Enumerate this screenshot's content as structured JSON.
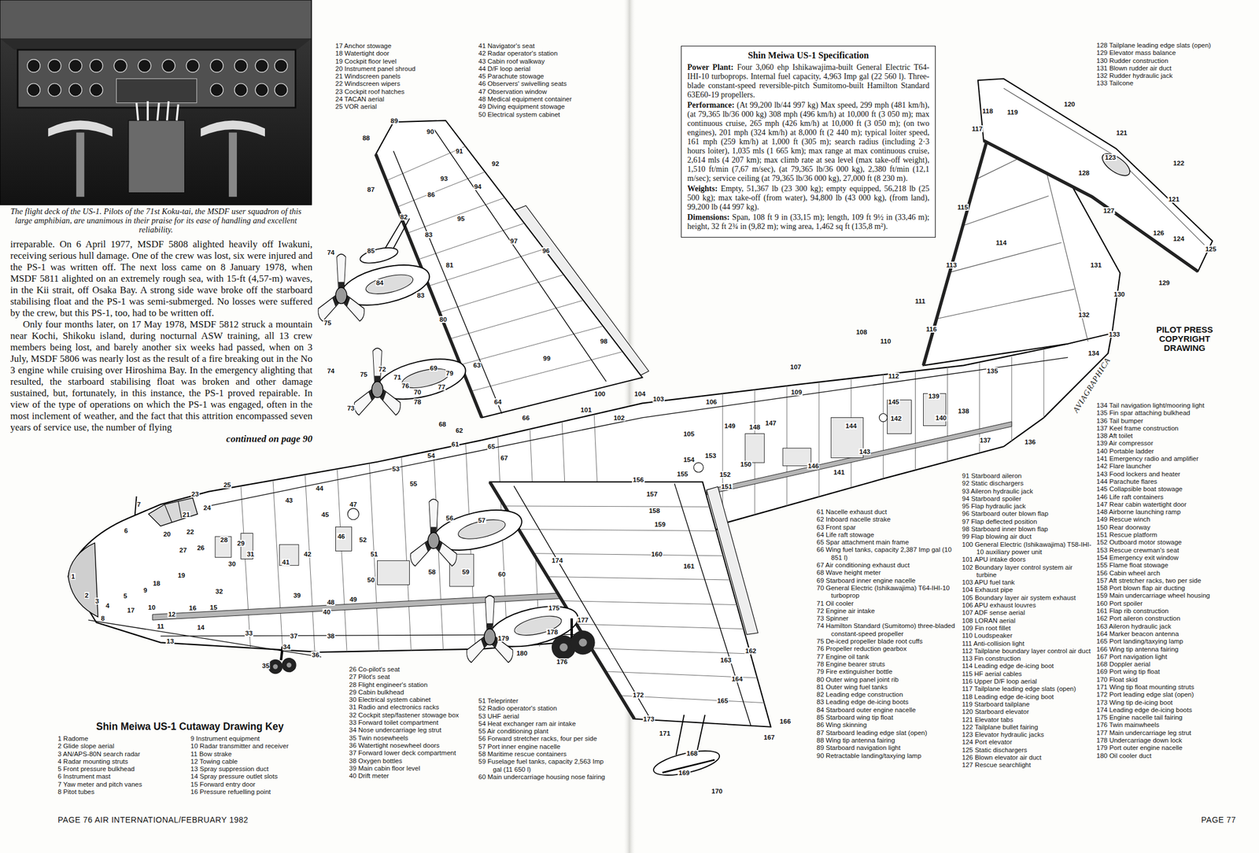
{
  "diagram": {
    "title": "Shin Meiwa US-1 Cutaway Drawing Key",
    "caption": "The flight deck of the US-1. Pilots of the 71st Koku-tai, the MSDF user squadron of this large amphibian, are unanimous in their praise for its ease of handling and excellent reliability.",
    "nodes": [
      {
        "text": [
          "Shin Meiwa US-1 Specification",
          "Power Plant: Four 3,060 ehp Ishikawajima-built General Electric T64-IHI-10 turboprops. Internal fuel capacity, 4,963 Imp gal (22 560 l). Three-blade constant-speed reversible-pitch Sumitomo-built Hamilton Standard 63E60-19 propellers.",
          "Performance: (At 99,200 lb/44 997 kg) Max speed, 299 mph (481 km/h), (at 79,365 lb/36 000 kg) 308 mph (496 km/h) at 10,000 ft (3 050 m); max continuous cruise, 265 mph (426 km/h) at 10,000 ft (3 050 m); (on two engines), 201 mph (324 km/h) at 8,000 ft (2 440 m); typical loiter speed, 161 mph (259 km/h) at 1,000 ft (305 m); search radius (including 2·3 hours loiter), 1,035 mls (1 665 km); max range at max continuous cruise, 2,614 mls (4 207 km); max climb rate at sea level (max take-off weight), 1,510 ft/min (7,67 m/sec), (at 79,365 lb/36 000 kg), 2,380 ft/min (12,1 m/sec); service ceiling (at 79,365 lb/36 000 kg), 27,000 ft (8 230 m).",
          "Weights: Empty, 51,367 lb (23 300 kg); empty equipped, 56,218 lb (25 500 kg); max take-off (from water), 94,800 lb (43 000 kg), (from land), 99,200 lb (44 997 kg).",
          "Dimensions: Span, 108 ft 9 in (33,15 m); length, 109 ft 9½ in (33,46 m); height, 32 ft 2¾ in (9,82 m); wing area, 1,462 sq ft (135,8 m²)."
        ]
      }
    ],
    "labels": [
      "irreparable. On 6 April 1977, MSDF 5808 alighted heavily off Iwakuni, receiving serious hull damage. One of the crew was lost, six were injured and the PS-1 was written off. The next loss came on 8 January 1978, when MSDF 5811 alighted on an extremely rough sea, with 15-ft (4,57-m) waves, in the Kii strait, off Osaka Bay. A strong side wave broke off the starboard stabilising float and the PS-1 was semi-submerged. No losses were suffered by the crew, but this PS-1, too, had to be written off.",
      "Only four months later, on 17 May 1978, MSDF 5812 struck a mountain near Kochi, Shikoku island, during nocturnal ASW training, all 13 crew members being lost, and barely another six weeks had passed, when on 3 July, MSDF 5806 was nearly lost as the result of a fire breaking out in the No 3 engine while cruising over Hiroshima Bay. In the emergency alighting that resulted, the starboard stabilising float was broken and other damage sustained, but, fortunately, in this instance, the PS-1 proved repairable. In view of the type of operations on which the PS-1 was engaged, often in the most inclement of weather, and the fact that this attrition encompassed seven years of service use, the number of flying",
      "continued on page 90",
      "PILOT PRESS COPYRIGHT DRAWING",
      "AVIAGRAPHICA",
      "PAGE 76 AIR INTERNATIONAL/FEBRUARY 1982",
      "PAGE 77",
      "1 Radome",
      "2 Glide slope aerial",
      "3 AN/APS-80N search radar",
      "4 Radar mounting struts",
      "5 Front pressure bulkhead",
      "6 Instrument mast",
      "7 Yaw meter and pitch vanes",
      "8 Pitot tubes",
      "9 Instrument equipment",
      "10 Radar transmitter and receiver",
      "11 Bow strake",
      "12 Towing cable",
      "13 Spray suppression duct",
      "14 Spray pressure outlet slots",
      "15 Forward entry door",
      "16 Pressure refuelling point",
      "17 Anchor stowage",
      "18 Watertight door",
      "19 Cockpit floor level",
      "20 Instrument panel shroud",
      "21 Windscreen panels",
      "22 Windscreen wipers",
      "23 Cockpit roof hatches",
      "24 TACAN aerial",
      "25 VOR aerial",
      "26 Co-pilot's seat",
      "27 Pilot's seat",
      "28 Flight engineer's station",
      "29 Cabin bulkhead",
      "30 Electrical system cabinet",
      "31 Radio and electronics racks",
      "32 Cockpit step/fastener stowage box",
      "33 Forward toilet compartment",
      "34 Nose undercarriage leg strut",
      "35 Twin nosewheels",
      "36 Watertight nosewheel doors",
      "37 Forward lower deck compartment",
      "38 Oxygen bottles",
      "39 Main cabin floor level",
      "40 Drift meter",
      "41 Navigator's seat",
      "42 Radar operator's station",
      "43 Cabin roof walkway",
      "44 D/F loop aerial",
      "45 Parachute stowage",
      "46 Observers' swivelling seats",
      "47 Observation window",
      "48 Medical equipment container",
      "49 Diving equipment stowage",
      "50 Electrical system cabinet",
      "51 Teleprinter",
      "52 Radio operator's station",
      "53 UHF aerial",
      "54 Heat exchanger ram air intake",
      "55 Air conditioning plant",
      "56 Forward stretcher racks, four per side",
      "57 Port inner engine nacelle",
      "58 Maritime rescue containers",
      "59 Fuselage fuel tanks, capacity 2,563 Imp gal (11 650 l)",
      "60 Main undercarriage housing nose fairing",
      "61 Nacelle exhaust duct",
      "62 Inboard nacelle strake",
      "63 Front spar",
      "64 Life raft stowage",
      "65 Spar attachment main frame",
      "66 Wing fuel tanks, capacity 2,387 Imp gal (10 851 l)",
      "67 Air conditioning exhaust duct",
      "68 Wave height meter",
      "69 Starboard inner engine nacelle",
      "70 General Electric (Ishikawajima) T64-IHI-10 turboprop",
      "71 Oil cooler",
      "72 Engine air intake",
      "73 Spinner",
      "74 Hamilton Standard (Sumitomo) three-bladed constant-speed propeller",
      "75 De-iced propeller blade root cuffs",
      "76 Propeller reduction gearbox",
      "77 Engine oil tank",
      "78 Engine bearer struts",
      "79 Fire extinguisher bottle",
      "80 Outer wing panel joint rib",
      "81 Outer wing fuel tanks",
      "82 Leading edge construction",
      "83 Leading edge de-icing boots",
      "84 Starboard outer engine nacelle",
      "85 Starboard wing tip float",
      "86 Wing skinning",
      "87 Starboard leading edge slat (open)",
      "88 Wing tip antenna fairing",
      "89 Starboard navigation light",
      "90 Retractable landing/taxying lamp",
      "91 Starboard aileron",
      "92 Static dischargers",
      "93 Aileron hydraulic jack",
      "94 Starboard spoiler",
      "95 Flap hydraulic jack",
      "96 Starboard outer blown flap",
      "97 Flap deflected position",
      "98 Starboard inner blown flap",
      "99 Flap blowing air duct",
      "100 General Electric (Ishikawajima) T58-IHI-10 auxiliary power unit",
      "101 APU intake doors",
      "102 Boundary layer control system air turbine",
      "103 APU fuel tank",
      "104 Exhaust pipe",
      "105 Boundary layer air system exhaust",
      "106 APU exhaust louvres",
      "107 ADF sense aerial",
      "108 LORAN aerial",
      "109 Fin root fillet",
      "110 Loudspeaker",
      "111 Anti-collision light",
      "112 Tailplane boundary layer control air duct",
      "113 Fin construction",
      "114 Leading edge de-icing boot",
      "115 HF aerial cables",
      "116 Upper D/F loop aerial",
      "117 Tailplane leading edge slats (open)",
      "118 Leading edge de-icing boot",
      "119 Starboard tailplane",
      "120 Starboard elevator",
      "121 Elevator tabs",
      "122 Tailplane bullet fairing",
      "123 Elevator hydraulic jacks",
      "124 Port elevator",
      "125 Static dischargers",
      "126 Blown elevator air duct",
      "127 Rescue searchlight",
      "128 Tailplane leading edge slats (open)",
      "129 Elevator mass balance",
      "130 Rudder construction",
      "131 Blown rudder air duct",
      "132 Rudder hydraulic jack",
      "133 Tailcone",
      "134 Tail navigation light/mooring light",
      "135 Fin spar attaching bulkhead",
      "136 Tail bumper",
      "137 Keel frame construction",
      "138 Aft toilet",
      "139 Air compressor",
      "140 Portable ladder",
      "141 Emergency radio and amplifier",
      "142 Flare launcher",
      "143 Food lockers and heater",
      "144 Parachute flares",
      "145 Collapsible boat stowage",
      "146 Life raft containers",
      "147 Rear cabin watertight door",
      "148 Airborne launching ramp",
      "149 Rescue winch",
      "150 Rear doorway",
      "151 Rescue platform",
      "152 Outboard motor stowage",
      "153 Rescue crewman's seat",
      "154 Emergency exit window",
      "155 Flame float stowage",
      "156 Cabin wheel arch",
      "157 Aft stretcher racks, two per side",
      "158 Port blown flap air ducting",
      "159 Main undercarriage wheel housing",
      "160 Port spoiler",
      "161 Flap rib construction",
      "162 Port aileron construction",
      "163 Aileron hydraulic jack",
      "164 Marker beacon antenna",
      "165 Port landing/taxying lamp",
      "166 Wing tip antenna fairing",
      "167 Port navigation light",
      "168 Doppler aerial",
      "169 Port wing tip float",
      "170 Float skid",
      "171 Wing tip float mounting struts",
      "172 Port leading edge slat (open)",
      "173 Wing tip de-icing boot",
      "174 Leading edge de-icing boots",
      "175 Engine nacelle tail fairing",
      "176 Twin mainwheels",
      "177 Main undercarriage leg strut",
      "178 Undercarriage down lock",
      "179 Port outer engine nacelle",
      "180 Oil cooler duct",
      "1",
      "2",
      "3",
      "4",
      "5",
      "6",
      "7",
      "8",
      "9",
      "10",
      "11",
      "12",
      "13",
      "14",
      "15",
      "16",
      "17",
      "18",
      "19",
      "20",
      "21",
      "22",
      "23",
      "24",
      "25",
      "26",
      "27",
      "28",
      "29",
      "30",
      "31",
      "32",
      "33",
      "34",
      "35",
      "36",
      "37",
      "38",
      "39",
      "40",
      "41",
      "42",
      "43",
      "44",
      "45",
      "46",
      "47",
      "48",
      "49",
      "50",
      "51",
      "52",
      "53",
      "54",
      "55",
      "56",
      "57",
      "58",
      "59",
      "60",
      "61",
      "62",
      "63",
      "64",
      "65",
      "66",
      "67",
      "68",
      "69",
      "70",
      "71",
      "72",
      "73",
      "74",
      "74",
      "75",
      "75",
      "76",
      "77",
      "78",
      "79",
      "80",
      "81",
      "82",
      "83",
      "83",
      "84",
      "85",
      "86",
      "87",
      "88",
      "89",
      "90",
      "91",
      "92",
      "93",
      "94",
      "95",
      "96",
      "97",
      "98",
      "99",
      "100",
      "101",
      "102",
      "103",
      "104",
      "105",
      "106",
      "107",
      "108",
      "109",
      "110",
      "111",
      "112",
      "113",
      "114",
      "115",
      "116",
      "117",
      "118",
      "119",
      "120",
      "121",
      "121",
      "122",
      "123",
      "124",
      "125",
      "126",
      "127",
      "128",
      "129",
      "130",
      "131",
      "132",
      "133",
      "134",
      "135",
      "136",
      "137",
      "138",
      "139",
      "140",
      "141",
      "142",
      "143",
      "144",
      "145",
      "146",
      "147",
      "148",
      "149",
      "150",
      "151",
      "152",
      "153",
      "154",
      "155",
      "156",
      "157",
      "158",
      "159",
      "160",
      "161",
      "162",
      "163",
      "164",
      "165",
      "166",
      "167",
      "168",
      "169",
      "170",
      "171",
      "172",
      "173",
      "174",
      "175",
      "176",
      "177",
      "178",
      "179",
      "180"
    ]
  }
}
